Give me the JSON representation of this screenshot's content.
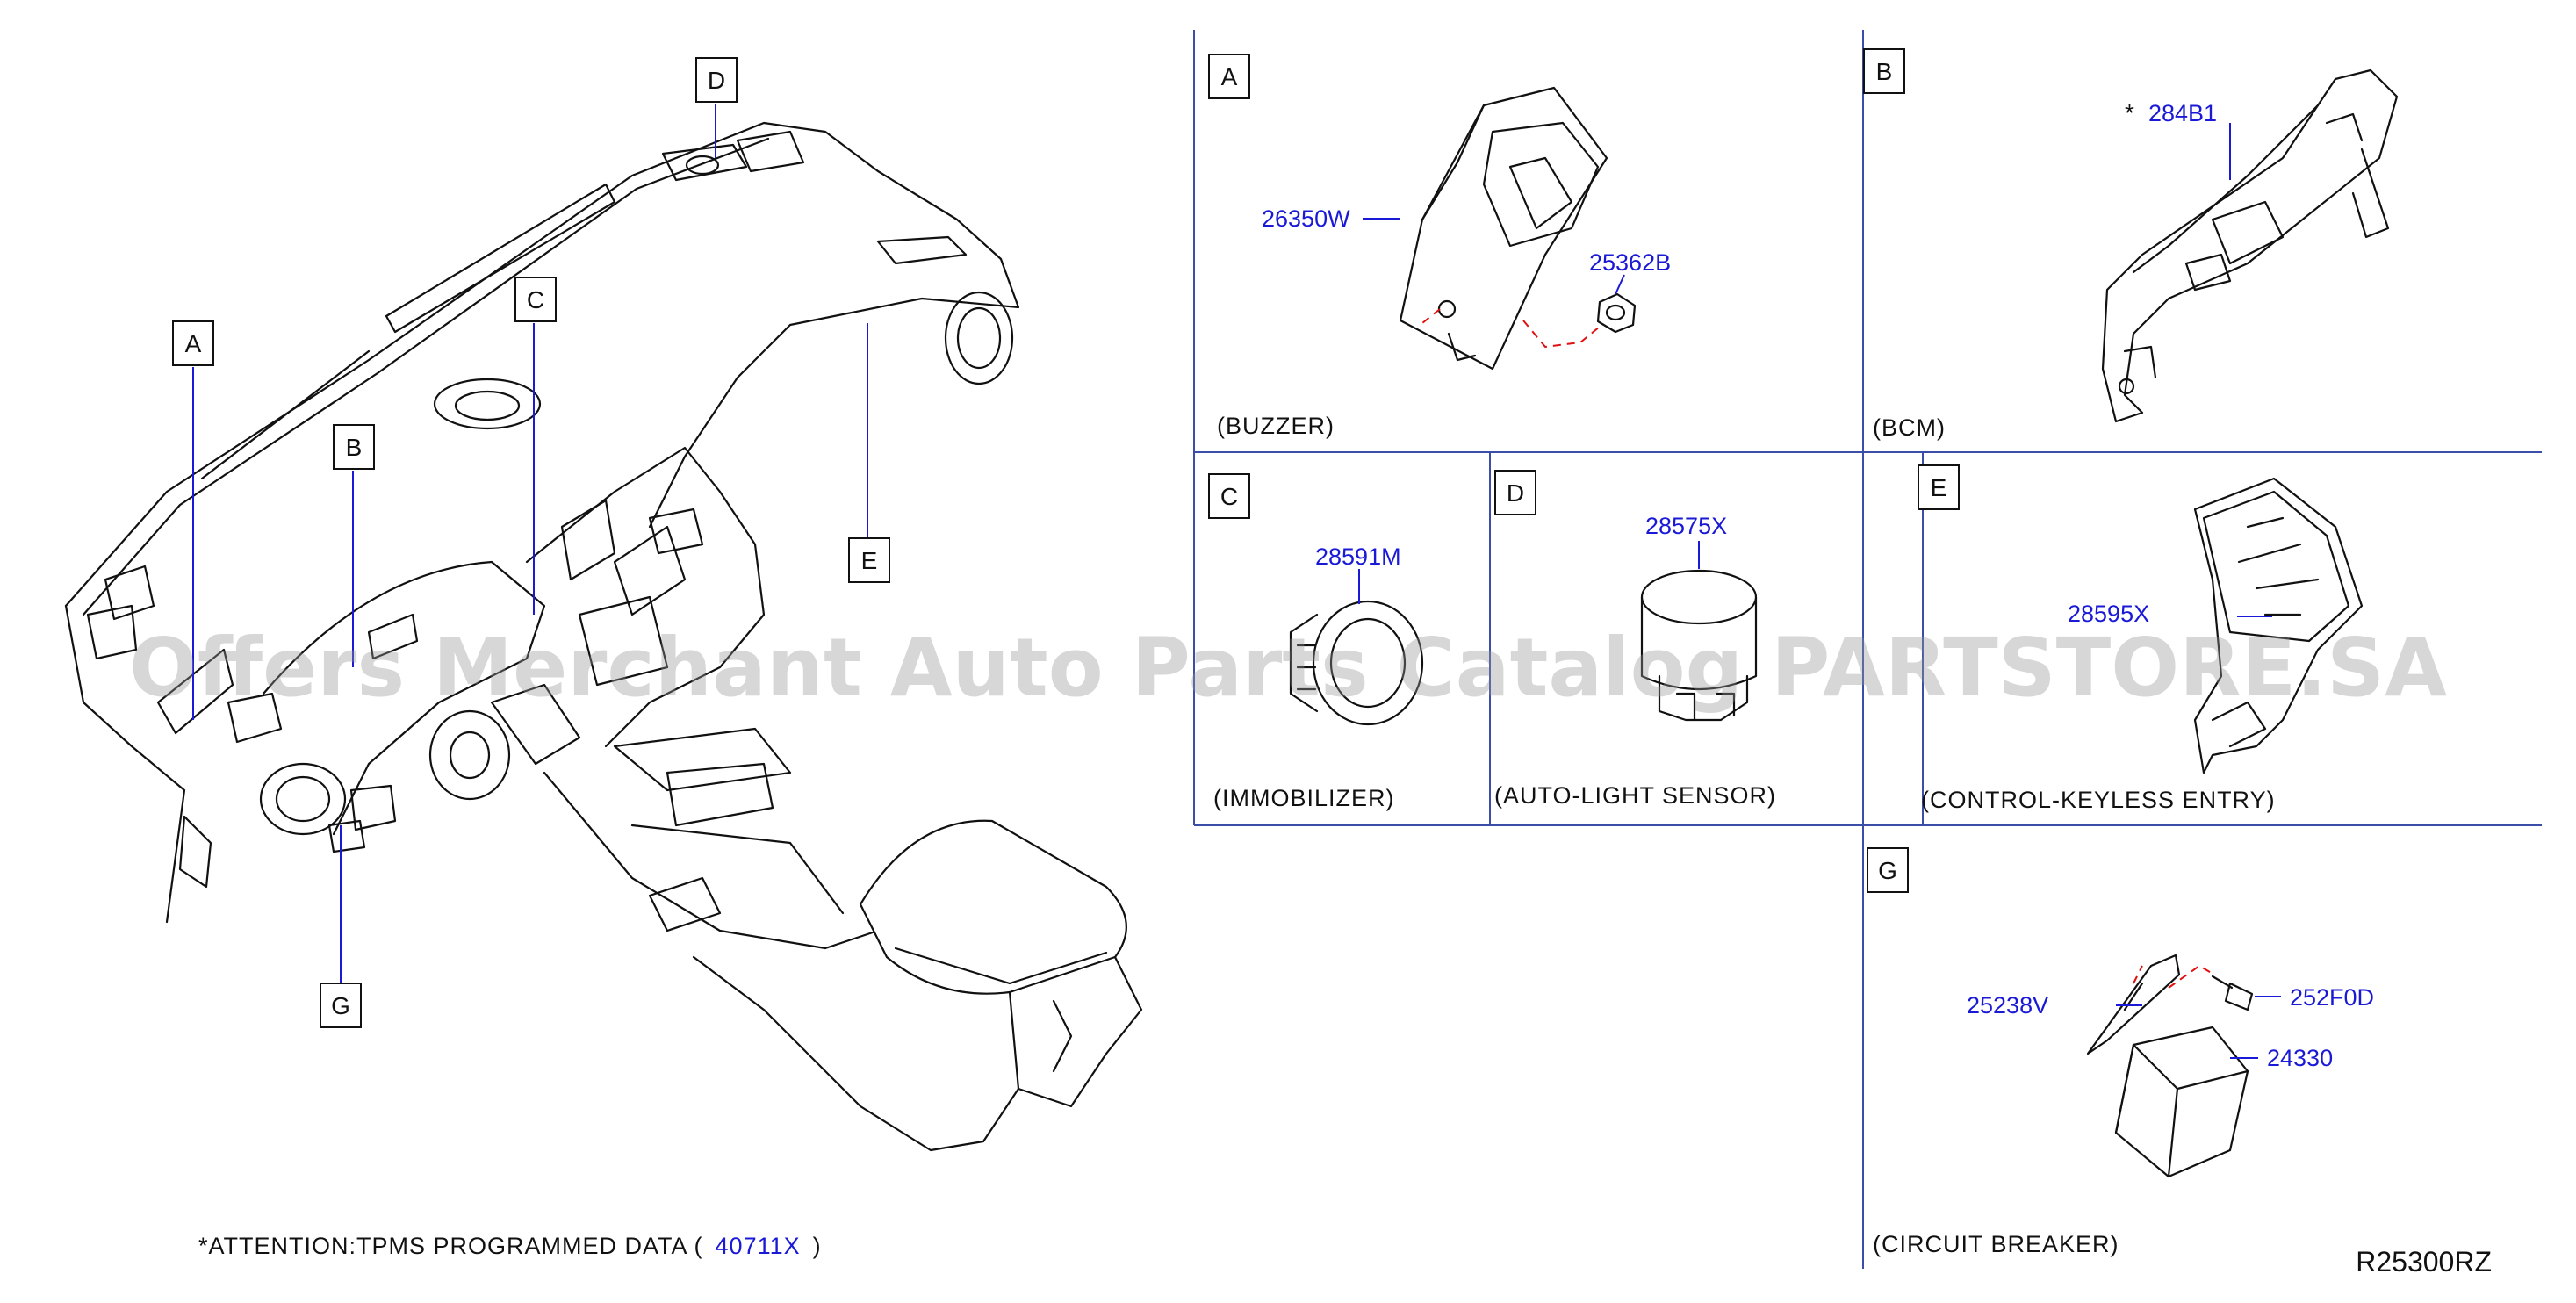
{
  "callouts_left": {
    "a": "A",
    "b": "B",
    "c": "C",
    "d": "D",
    "e": "E",
    "g": "G"
  },
  "panels": {
    "a": {
      "letter": "A",
      "caption": "(BUZZER)",
      "parts": [
        "26350W",
        "25362B"
      ]
    },
    "b": {
      "letter": "B",
      "caption": "(BCM)",
      "star": "*",
      "parts": [
        "284B1"
      ]
    },
    "c": {
      "letter": "C",
      "caption": "(IMMOBILIZER)",
      "parts": [
        "28591M"
      ]
    },
    "d": {
      "letter": "D",
      "caption": "(AUTO-LIGHT   SENSOR)",
      "parts": [
        "28575X"
      ]
    },
    "e": {
      "letter": "E",
      "caption": "(CONTROL-KEYLESS   ENTRY)",
      "parts": [
        "28595X"
      ]
    },
    "g": {
      "letter": "G",
      "caption": "(CIRCUIT   BREAKER)",
      "parts": [
        "25238V",
        "252F0D",
        "24330"
      ]
    }
  },
  "attention": {
    "prefix": "*ATTENTION:TPMS   PROGRAMMED   DATA   (",
    "part": "40711X",
    "suffix": ")"
  },
  "diagram_ref": "R25300RZ",
  "watermark": "Offers Merchant Auto Parts Catalog PARTSTORE.SA",
  "colors": {
    "part_number": "#1a1ad6",
    "divider": "#3a4ea8",
    "dashed_guide": "#e01010",
    "ink": "#111111"
  }
}
